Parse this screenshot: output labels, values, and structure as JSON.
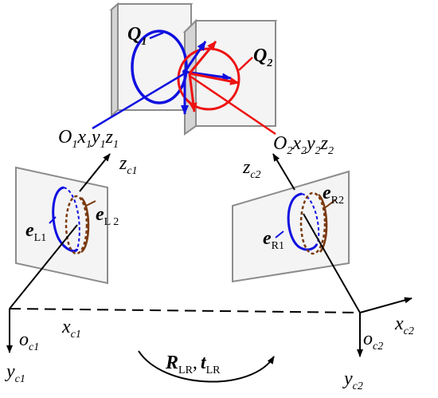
{
  "colors": {
    "blue": "#1010e0",
    "red": "#ee1111",
    "brown": "#7a3a10",
    "box_edge": "#8c8c8c",
    "box_face": "#f0f0f0",
    "plane_fill": "#f2f2f2"
  },
  "labels": {
    "q1": {
      "main": "Q",
      "sub": "1"
    },
    "q2": {
      "main": "Q",
      "sub": "2"
    },
    "o1": {
      "a": "O",
      "a_sub": "1",
      "b": "x",
      "b_sub": "1",
      "c": "y",
      "c_sub": "1",
      "d": "z",
      "d_sub": "1"
    },
    "o2": {
      "a": "O",
      "a_sub": "2",
      "b": "x",
      "b_sub": "2",
      "c": "y",
      "c_sub": "2",
      "d": "z",
      "d_sub": "2"
    },
    "zc1": {
      "main": "z",
      "sub": "c1"
    },
    "zc2": {
      "main": "z",
      "sub": "c2"
    },
    "el1": {
      "main": "e",
      "sub": "L1"
    },
    "el2": {
      "main": "e",
      "sub": "L 2"
    },
    "er1": {
      "main": "e",
      "sub": "R1"
    },
    "er2": {
      "main": "e",
      "sub": "R2"
    },
    "oc1": {
      "main": "o",
      "sub": "c1"
    },
    "xc1": {
      "main": "x",
      "sub": "c1"
    },
    "yc1": {
      "main": "y",
      "sub": "c1"
    },
    "oc2": {
      "main": "o",
      "sub": "c2"
    },
    "xc2": {
      "main": "x",
      "sub": "c2"
    },
    "yc2": {
      "main": "y",
      "sub": "c2"
    },
    "rt": {
      "r": "R",
      "r_sub": "LR",
      "sep": ",",
      "t": "t",
      "t_sub": "LR"
    }
  }
}
